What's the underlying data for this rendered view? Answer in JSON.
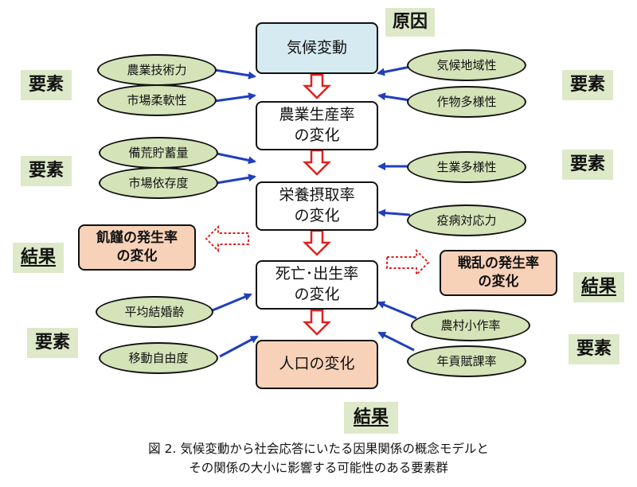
{
  "cause_label": "原因",
  "result_label_bottom": "結果",
  "element_label": "要素",
  "result_label": "結果",
  "main_boxes": {
    "climate": "気候変動",
    "agri": "農業生産率\nの変化",
    "nutrition": "栄養摂取率\nの変化",
    "mortality": "死亡･出生率\nの変化",
    "population": "人口の変化"
  },
  "result_boxes": {
    "famine": "飢饉の発生率\nの変化",
    "war": "戦乱の発生率\nの変化"
  },
  "factors": {
    "agri_tech": "農業技術力",
    "market_flex": "市場柔軟性",
    "regional_climate": "気候地域性",
    "crop_diversity": "作物多様性",
    "reserves": "備荒貯蓄量",
    "market_dependency": "市場依存度",
    "livelihood_diversity": "生業多様性",
    "epidemic_response": "疫病対応力",
    "marriage_age": "平均結婚齢",
    "mobility": "移動自由度",
    "tenancy_rate": "農村小作率",
    "tax_rate": "年貢賦課率"
  },
  "caption": {
    "line1": "図 2.  気候変動から社会応答にいたる因果関係の概念モデルと",
    "line2": "その関係の大小に影響する可能性のある要素群"
  },
  "colors": {
    "blue_arrow": "#1f3fbf",
    "red_arrow": "#e02020",
    "factor_fill": "#d5e3b8",
    "tag_fill": "#dde9c8",
    "result_fill": "#f7d2b8",
    "cause_fill": "#d6eaf2"
  }
}
